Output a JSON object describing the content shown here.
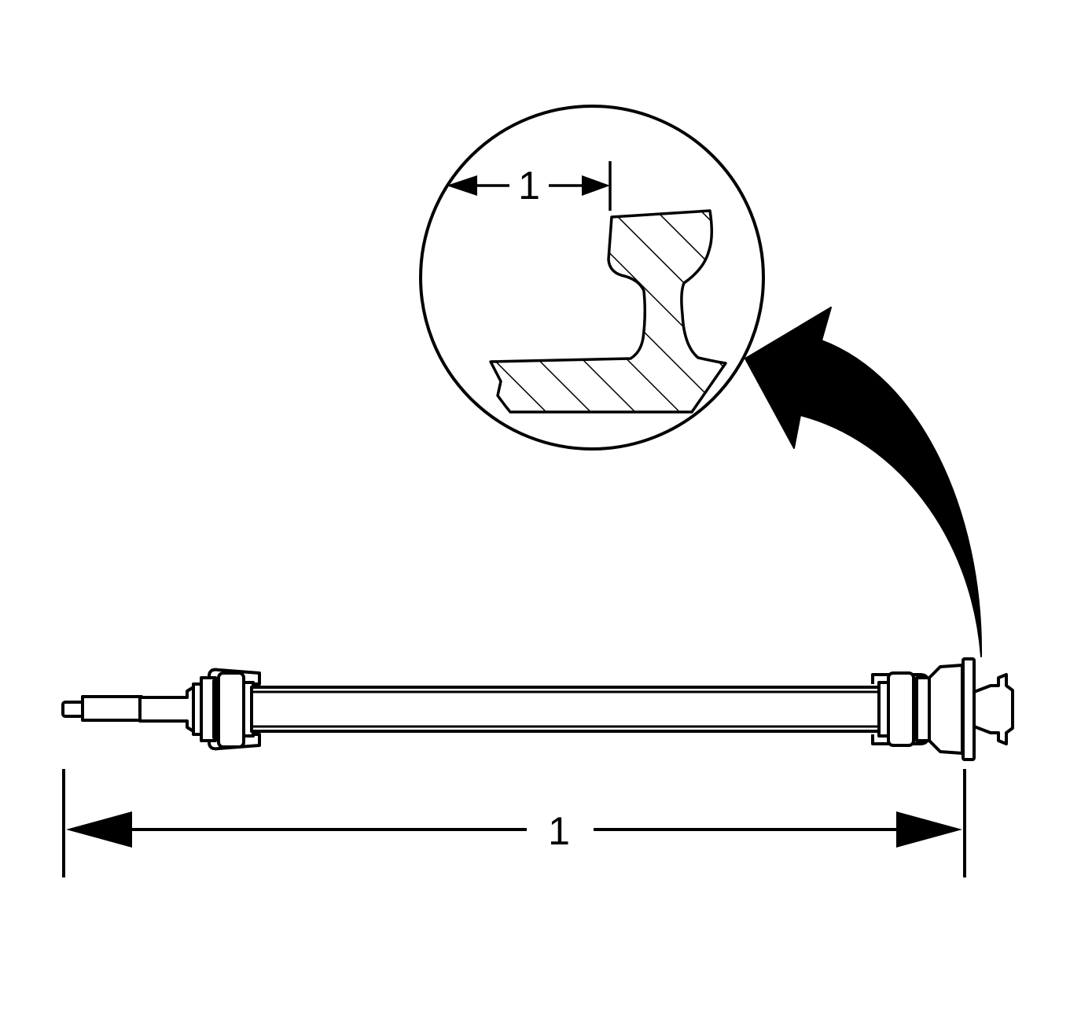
{
  "diagram": {
    "labels": {
      "overall_length": "1",
      "detail_length": "1"
    },
    "colors": {
      "ink": "#000000",
      "paper": "#ffffff"
    },
    "parts": [
      "propeller-shaft",
      "slip-yoke",
      "front-universal-joint",
      "shaft-tube",
      "rear-universal-joint",
      "companion-flange",
      "detail-magnifier",
      "cross-section-profile",
      "callout-arrow"
    ]
  }
}
